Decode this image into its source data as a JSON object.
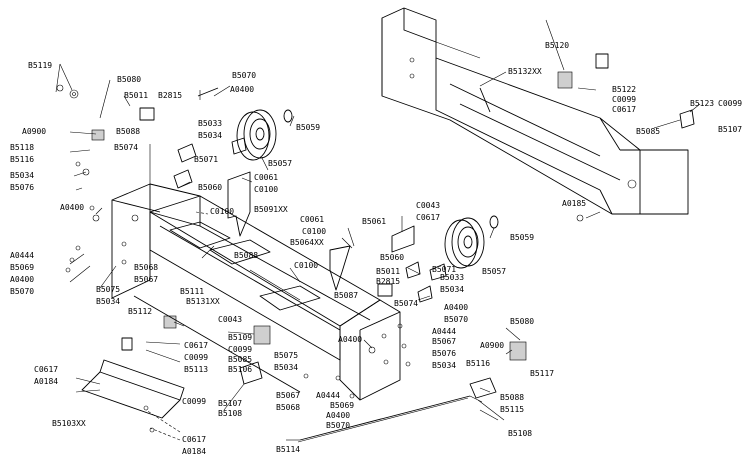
{
  "labels": [
    "B5119",
    "B5080",
    "B5011",
    "B2815",
    "B5070",
    "A0400",
    "A0900",
    "B5088",
    "B5118",
    "B5116",
    "B5034",
    "B5076",
    "B5033",
    "B5034",
    "B5059",
    "B5074",
    "B5071",
    "B5057",
    "B5060",
    "C0061",
    "C0100",
    "B5091XX",
    "A0400",
    "C0100",
    "A0444",
    "B5069",
    "A0400",
    "B5070",
    "B5068",
    "B5067",
    "B5075",
    "B5034",
    "B5088",
    "B5111",
    "B5131XX",
    "B5112",
    "C0617",
    "C0099",
    "B5113",
    "C0043",
    "B5109",
    "C0099",
    "B5085",
    "B5106",
    "C0617",
    "A0184",
    "C0099",
    "B5107",
    "B5108",
    "B5103XX",
    "C0617",
    "A0184",
    "B5075",
    "B5034",
    "B5067",
    "B5068",
    "A0444",
    "B5069",
    "A0400",
    "B5070",
    "B5114",
    "C0061",
    "C0100",
    "B5064XX",
    "B5061",
    "C0043",
    "C0617",
    "B5011",
    "B2815",
    "B5060",
    "B5071",
    "B5057",
    "B5059",
    "B5033",
    "B5034",
    "B5074",
    "C0100",
    "B5087",
    "A0400",
    "A0400",
    "B5070",
    "A0444",
    "B5067",
    "B5076",
    "B5034",
    "B5116",
    "B5080",
    "A0900",
    "B5117",
    "B5088",
    "B5115",
    "B5108",
    "B5120",
    "B5122",
    "C0099",
    "C0617",
    "B5132XX",
    "B5123",
    "C0099",
    "B5085",
    "B5107",
    "A0185"
  ]
}
